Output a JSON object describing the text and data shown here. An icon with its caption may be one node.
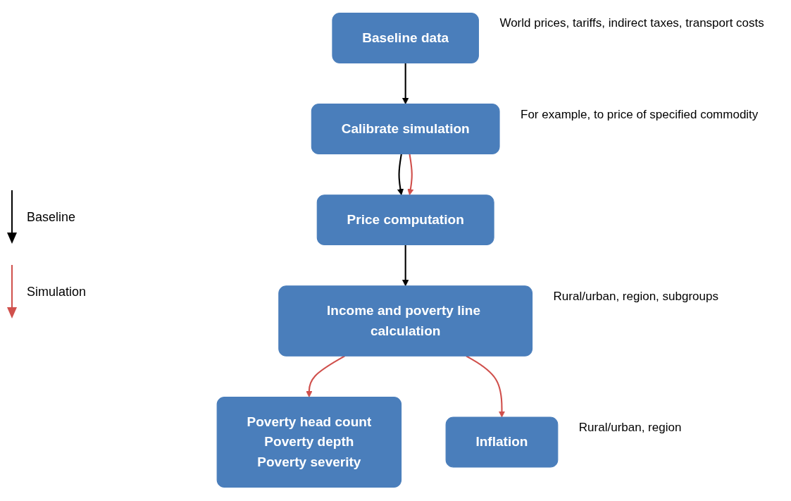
{
  "diagram": {
    "nodes": [
      {
        "text": [
          "Baseline data"
        ],
        "beside": [
          "World prices, tariffs, indirect taxes, transport costs"
        ]
      },
      {
        "text": [
          "Calibrate simulation"
        ],
        "beside": [
          "For example, to price of specified commodity"
        ]
      },
      {
        "text": [
          "Price computation"
        ]
      },
      {
        "text": [
          "Income and poverty line calculation"
        ],
        "beside": [
          "Rural/urban, region, subgroups"
        ]
      },
      {
        "text": [
          "Poverty head count",
          "Poverty depth",
          "Poverty severity"
        ]
      },
      {
        "text": [
          "Inflation"
        ],
        "beside": [
          "Rural/urban, region"
        ]
      }
    ],
    "edges": [
      {
        "from": 0,
        "to": 1,
        "arrow": "to"
      },
      {
        "from": 1,
        "to": 2,
        "arrow": "to"
      },
      {
        "from": 1,
        "to": 2,
        "arrow": "to",
        "color": "#d0504c"
      },
      {
        "from": 2,
        "to": 3,
        "arrow": "to"
      },
      {
        "from": 3,
        "to": 4,
        "arrow": "to",
        "color": "#d0504c"
      },
      {
        "from": 3,
        "to": 5,
        "arrow": "to",
        "color": "#d0504c"
      }
    ],
    "legend": [
      {
        "text": "Baseline"
      },
      {
        "text": "Simulation"
      }
    ]
  }
}
